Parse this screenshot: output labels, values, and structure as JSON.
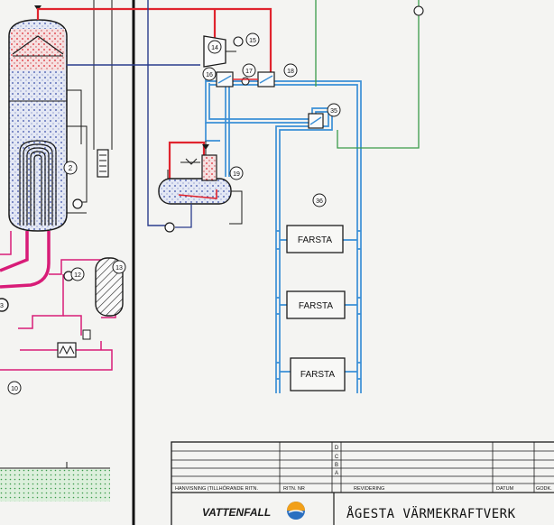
{
  "components": [
    {
      "id": "c2",
      "label": "2"
    },
    {
      "id": "c10",
      "label": "10"
    },
    {
      "id": "c12",
      "label": "12"
    },
    {
      "id": "c13",
      "label": "13"
    },
    {
      "id": "c14",
      "label": "14"
    },
    {
      "id": "c15",
      "label": "15"
    },
    {
      "id": "c16",
      "label": "16"
    },
    {
      "id": "c17",
      "label": "17"
    },
    {
      "id": "c18",
      "label": "18"
    },
    {
      "id": "c19",
      "label": "19"
    },
    {
      "id": "c35",
      "label": "35"
    },
    {
      "id": "c36",
      "label": "36"
    },
    {
      "id": "c3",
      "label": "3"
    }
  ],
  "consumers": [
    "FARSTA",
    "FARSTA",
    "FARSTA"
  ],
  "title_block": {
    "revision_letters": [
      "D",
      "C",
      "B",
      "A"
    ],
    "hanvisning": "HANVISNING (TILLHÖRANDE RITN.",
    "ritn_nr": "RITN. NR",
    "revidering": "REVIDERING",
    "datum": "DATUM",
    "godk": "GODK.",
    "company": "VATTENFALL",
    "plant": "ÅGESTA VÄRMEKRAFTVERK"
  },
  "colors": {
    "steam_red": "#e0242e",
    "primary_magenta": "#d81c78",
    "district_blue": "#3a8fd6",
    "feed_navy": "#2a3c8c",
    "cooling_green": "#3a9a4a",
    "ink": "#1b1b1b"
  }
}
